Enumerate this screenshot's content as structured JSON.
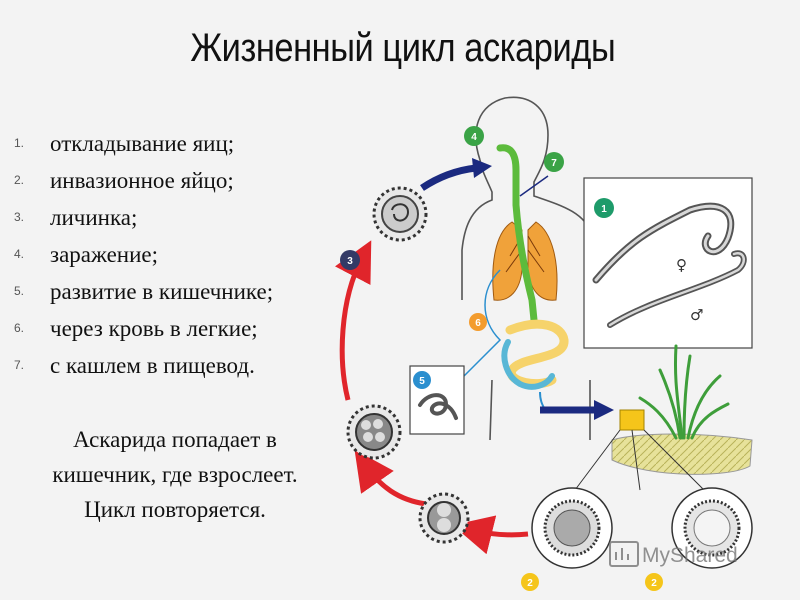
{
  "title": "Жизненный цикл аскариды",
  "steps": [
    {
      "num": "1.",
      "text": "откладывание яиц;"
    },
    {
      "num": "2.",
      "text": "инвазионное яйцо;"
    },
    {
      "num": "3.",
      "text": "личинка;"
    },
    {
      "num": "4.",
      "text": "заражение;"
    },
    {
      "num": "5.",
      "text": "развитие в кишечнике;"
    },
    {
      "num": "6.",
      "text": "через кровь в легкие;"
    },
    {
      "num": "7.",
      "text": "с кашлем в пищевод."
    }
  ],
  "summary": {
    "line1": "Аскарида попадает в",
    "line2": "кишечник, где взрослеет.",
    "line3": "Цикл повторяется."
  },
  "diagram": {
    "badges": [
      {
        "label": "1",
        "color": "#1e9b6a"
      },
      {
        "label": "2",
        "color": "#f5c51a"
      },
      {
        "label": "2",
        "color": "#f5c51a"
      },
      {
        "label": "3",
        "color": "#333a66"
      },
      {
        "label": "4",
        "color": "#3aa346"
      },
      {
        "label": "5",
        "color": "#2b8fcf"
      },
      {
        "label": "6",
        "color": "#f39c2e"
      },
      {
        "label": "7",
        "color": "#3aa346"
      }
    ],
    "female_symbol": "♀",
    "male_symbol": "♂",
    "colors": {
      "cycle_arrow": "#e0252b",
      "infection_arrow": "#1b2a80",
      "lungs": "#f0a23a",
      "esophagus": "#5cbb3c",
      "intestine_small": "#f6d36b",
      "intestine_large": "#58b7d6",
      "soil": "#e7e29a",
      "grass": "#3e9e3a"
    }
  },
  "watermark": "MyShared"
}
